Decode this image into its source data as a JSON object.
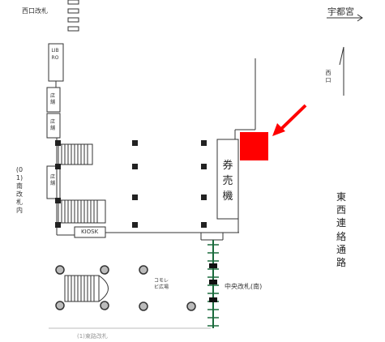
{
  "labels": {
    "west_gate": "西口改札",
    "utsunomiya": "宇都宮",
    "west_exit": "西口",
    "libro": "LIBRO",
    "shop1": "店舗",
    "shop2": "店舗",
    "shop3": "店舗",
    "south_gate": "(01)南改札内",
    "kiosk": "KIOSK",
    "ticket_machine": "券売機",
    "east_west_passage": "東西連絡通路",
    "central_gate": "中央改札(南)",
    "plaza": "コモレビ広場",
    "bottom_cut": "(1)東路改札"
  },
  "colors": {
    "highlight": "#ff0000",
    "line": "#333333",
    "track": "#1a6b3c"
  }
}
